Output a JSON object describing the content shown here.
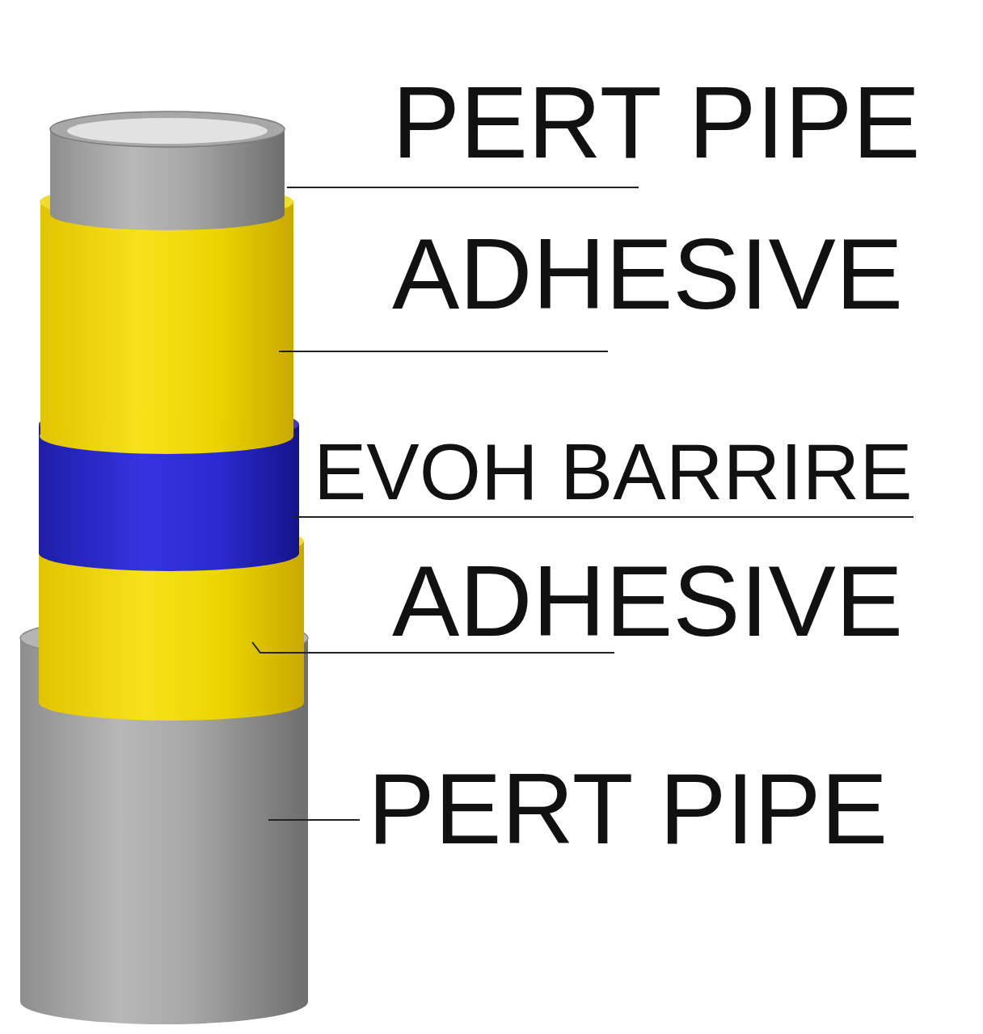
{
  "diagram": {
    "labels": [
      "PERT PIPE",
      "ADHESIVE",
      "EVOH BARRIRE",
      "ADHESIVE",
      "PERT PIPE"
    ]
  }
}
